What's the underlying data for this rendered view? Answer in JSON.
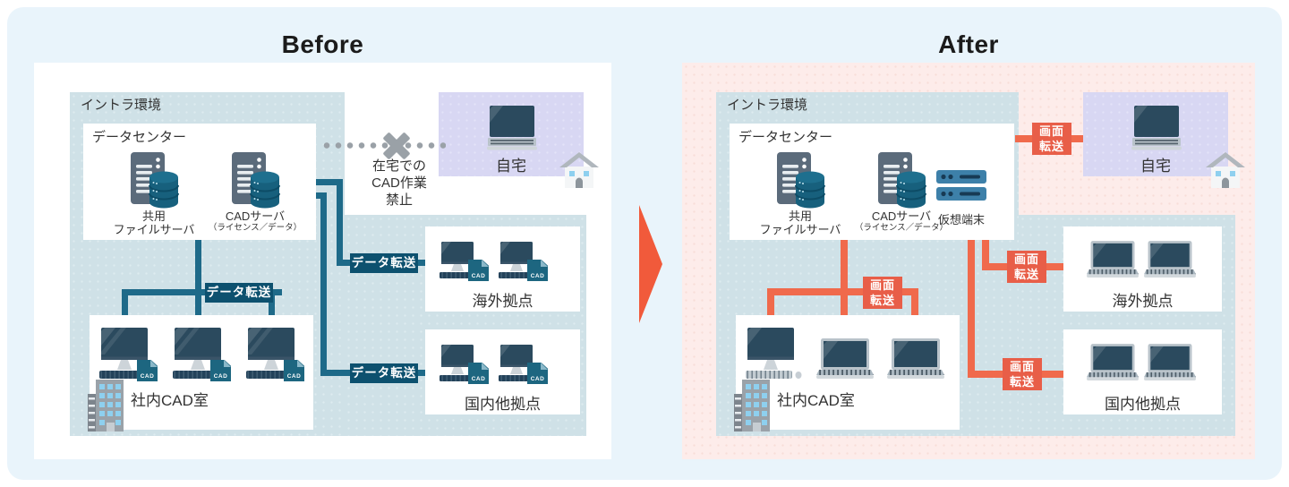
{
  "before": {
    "title": "Before",
    "intranet_label": "イントラ環境",
    "datacenter_label": "データセンター",
    "server1_line1": "共用",
    "server1_line2": "ファイルサーバ",
    "server2_line1": "CADサーバ",
    "server2_line2": "（ライセンス／データ）",
    "cad_room_label": "社内CAD室",
    "overseas_label": "海外拠点",
    "domestic_label": "国内他拠点",
    "home_label": "自宅",
    "ban_line1": "在宅での",
    "ban_line2": "CAD作業",
    "ban_line3": "禁止",
    "transfer_badge": "データ転送"
  },
  "after": {
    "title": "After",
    "intranet_label": "イントラ環境",
    "datacenter_label": "データセンター",
    "server1_line1": "共用",
    "server1_line2": "ファイルサーバ",
    "server2_line1": "CADサーバ",
    "server2_line2": "（ライセンス／データ）",
    "virtual_terminal_label": "仮想端末",
    "cad_room_label": "社内CAD室",
    "overseas_label": "海外拠点",
    "domestic_label": "国内他拠点",
    "home_label": "自宅",
    "transfer_line1": "画面",
    "transfer_line2": "転送"
  },
  "cad_badge_label": "CAD",
  "colors": {
    "background": "#e9f4fb",
    "after_panel": "#fdecea",
    "intranet_bg": "#cfe1e7",
    "home_bg": "#d8d7f3",
    "teal_line": "#1e6a89",
    "teal_badge": "#0d516f",
    "orange_line": "#f06a4c",
    "orange_badge": "#e85e48",
    "arrow": "#f15a3b",
    "prohibit_gray": "#9aa1a7"
  }
}
